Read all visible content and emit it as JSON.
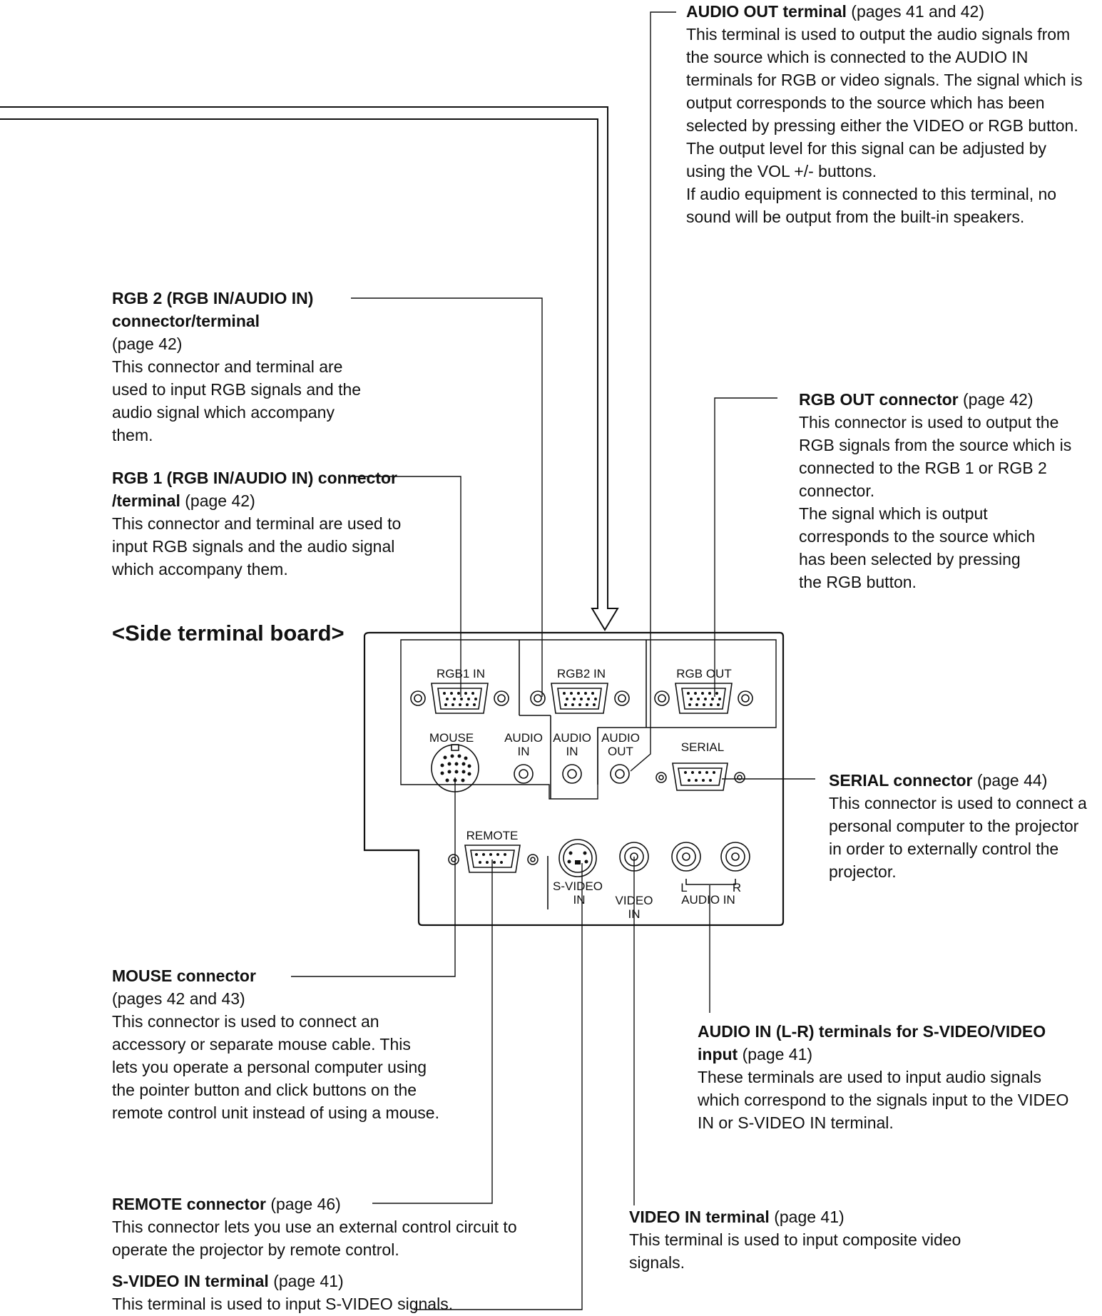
{
  "callouts": {
    "audio_out": {
      "title": "AUDIO OUT terminal",
      "ref": " (pages 41 and 42)",
      "body": "This terminal is used to output the audio signals from the source which is connected to the AUDIO IN terminals for RGB or video signals. The signal which is output corresponds to the source which has been selected by pressing either the VIDEO or RGB button. The output level for this signal can be adjusted by using the VOL +/- buttons.",
      "body2": "If audio equipment is connected to this terminal, no sound will be output from the built-in speakers."
    },
    "rgb2": {
      "title": "RGB 2 (RGB IN/AUDIO IN) connector/terminal",
      "ref": "(page 42)",
      "body": "This connector and terminal are used to input RGB signals and the audio signal which accompany them."
    },
    "rgb1": {
      "title": "RGB 1 (RGB IN/AUDIO IN) connector /terminal",
      "ref": " (page 42)",
      "body": "This connector and terminal are used to input RGB signals and the audio signal which accompany them."
    },
    "rgb_out": {
      "title": "RGB OUT connector",
      "ref": " (page 42)",
      "body": "This connector is used to output the RGB signals from the source which is connected to the RGB 1 or RGB 2 connector.",
      "body2": "The signal which is output corresponds to the source which has been selected by pressing the RGB button."
    },
    "serial": {
      "title": "SERIAL connector",
      "ref": " (page 44)",
      "body": "This connector is used to connect a personal computer to the projector in order to externally control the projector."
    },
    "mouse": {
      "title": "MOUSE connector",
      "ref": "(pages 42 and 43)",
      "body": "This connector is used to connect an accessory or separate mouse cable. This lets you operate a personal computer using the pointer button and click buttons on the remote control unit instead of using a mouse."
    },
    "audio_in_lr": {
      "title": "AUDIO IN (L-R) terminals for S-VIDEO/VIDEO input",
      "ref": " (page 41)",
      "body": "These terminals are used to input audio signals which correspond to the signals input to the VIDEO IN or S-VIDEO IN terminal."
    },
    "remote": {
      "title": "REMOTE connector",
      "ref": " (page 46)",
      "body": "This connector lets you use an external control circuit to operate the projector by remote control."
    },
    "video_in": {
      "title": "VIDEO IN terminal",
      "ref": " (page 41)",
      "body": "This terminal is used to input composite video signals."
    },
    "s_video_in": {
      "title": "S-VIDEO IN terminal",
      "ref": " (page 41)",
      "body": "This terminal is used to input S-VIDEO signals."
    }
  },
  "section_title": "<Side terminal board>",
  "panel_labels": {
    "rgb1_in": "RGB1 IN",
    "rgb2_in": "RGB2 IN",
    "rgb_out": "RGB OUT",
    "mouse": "MOUSE",
    "audio": "AUDIO",
    "in": "IN",
    "out": "OUT",
    "serial": "SERIAL",
    "remote": "REMOTE",
    "s_video": "S-VIDEO",
    "video": "VIDEO",
    "l": "L",
    "r": "R",
    "audio_in": "AUDIO IN"
  }
}
